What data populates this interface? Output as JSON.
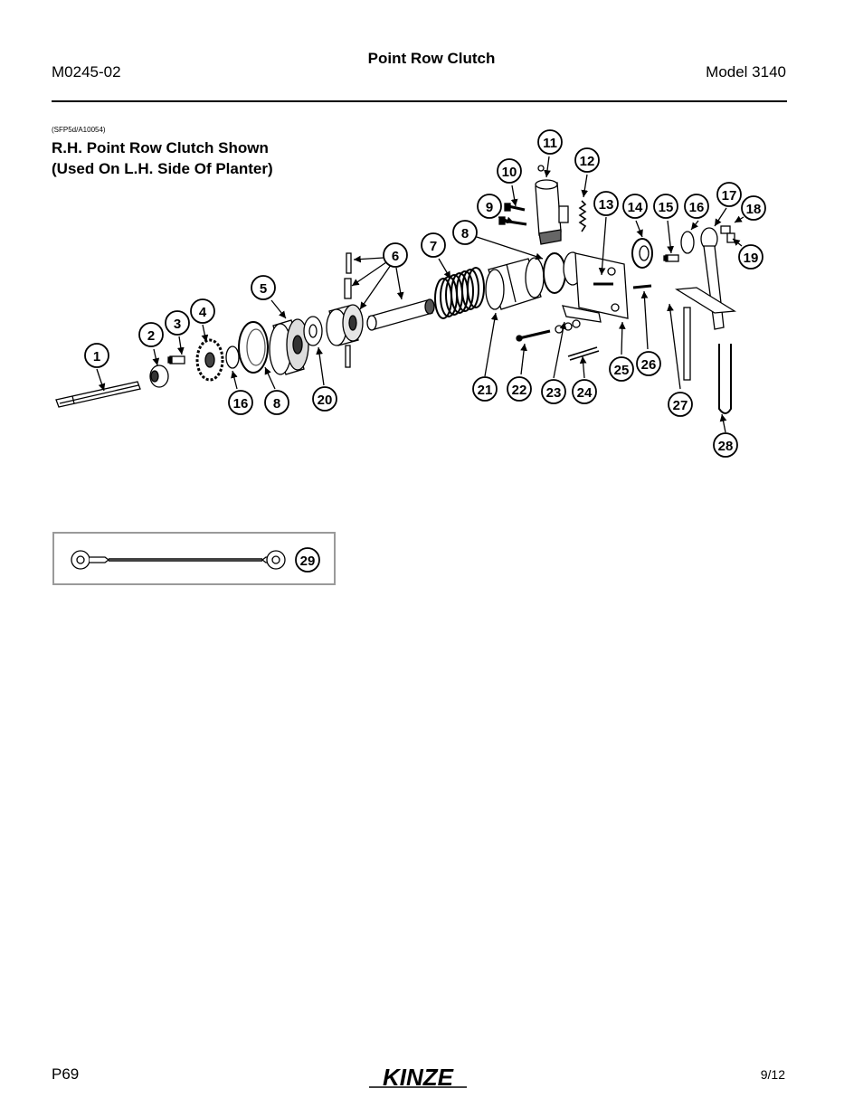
{
  "header": {
    "doc_number": "M0245-02",
    "title": "Point Row Clutch",
    "model": "Model 3140"
  },
  "figure": {
    "source_code": "(SFP5d/A10054)",
    "caption_line1": "R.H. Point Row Clutch Shown",
    "caption_line2": "(Used On L.H. Side Of Planter)",
    "callouts": [
      "1",
      "2",
      "3",
      "4",
      "5",
      "6",
      "7",
      "8",
      "9",
      "10",
      "11",
      "12",
      "13",
      "14",
      "15",
      "16",
      "17",
      "18",
      "19",
      "20",
      "21",
      "22",
      "23",
      "24",
      "25",
      "26",
      "27",
      "28",
      "16",
      "8"
    ],
    "inset_callout": "29"
  },
  "footer": {
    "page_number": "P69",
    "logo_text": "KINZE",
    "date_code": "9/12"
  }
}
